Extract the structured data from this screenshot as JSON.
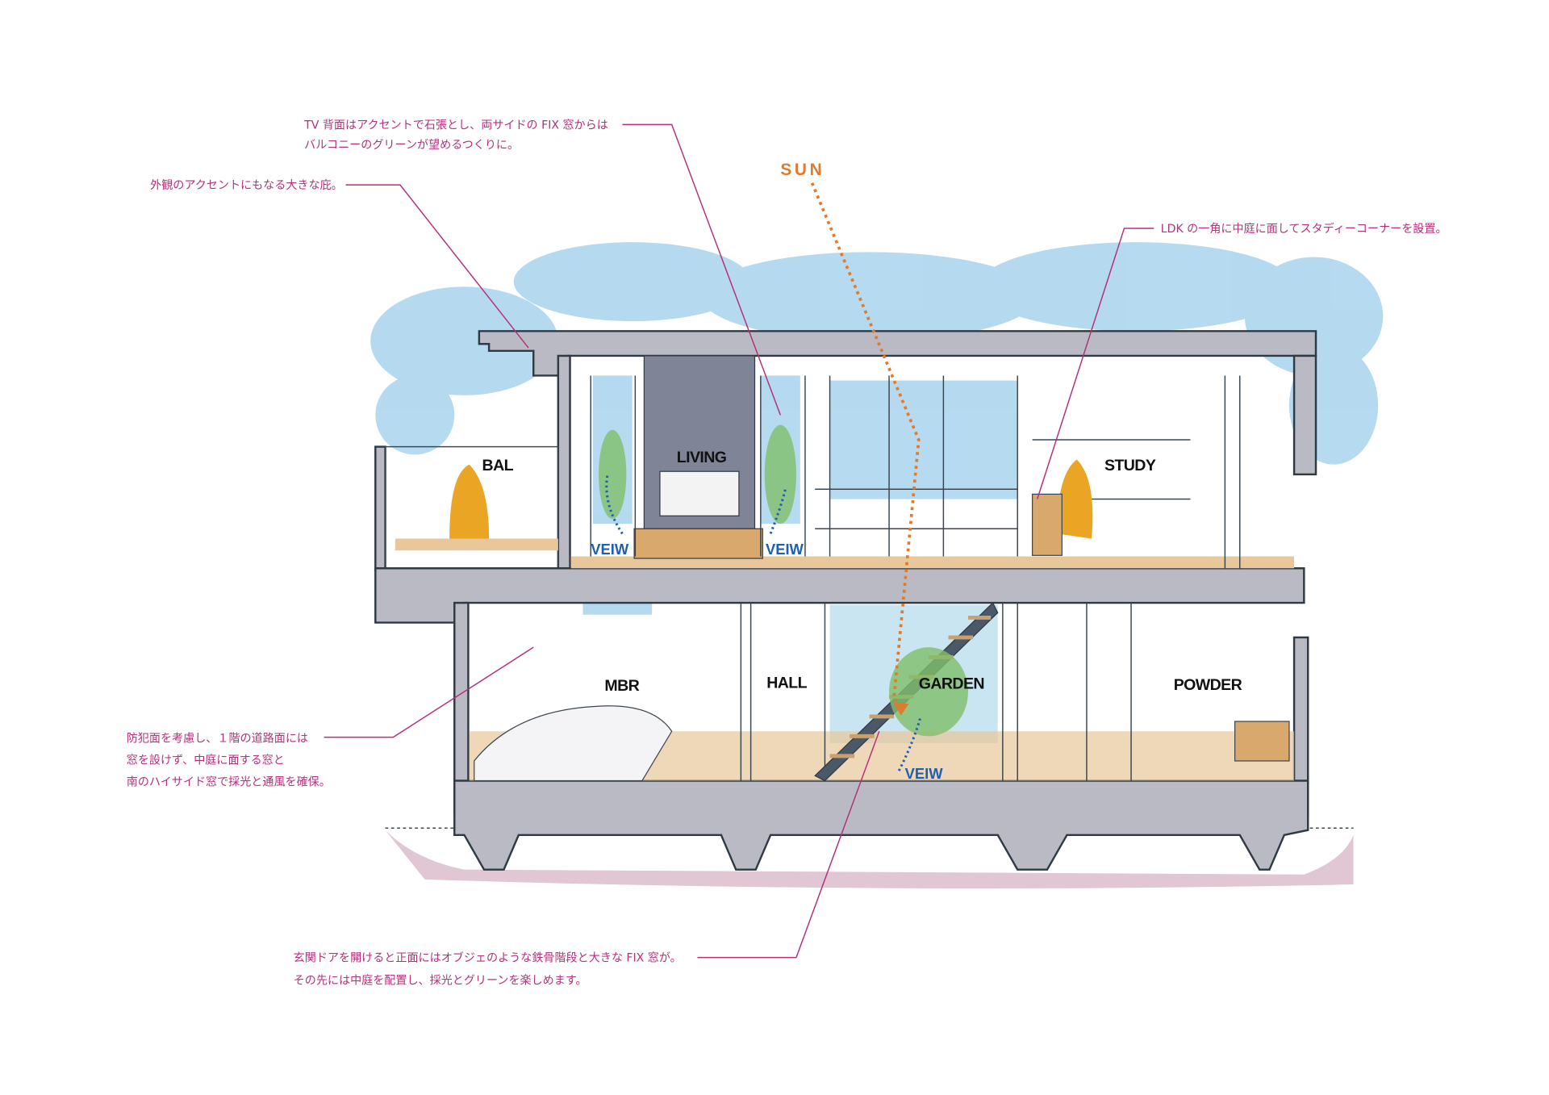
{
  "annotations": {
    "tv_wall": [
      "TV 背面はアクセントで石張とし、両サイドの FIX 窓からは",
      "バルコニーのグリーンが望めるつくりに。"
    ],
    "eaves": "外観のアクセントにもなる大きな庇。",
    "study": "LDK の一角に中庭に面してスタディーコーナーを設置。",
    "security": [
      "防犯面を考慮し、１階の道路面には",
      "窓を設けず、中庭に面する窓と",
      "南のハイサイド窓で採光と通風を確保。"
    ],
    "entrance": [
      "玄関ドアを開けると正面にはオブジェのような鉄骨階段と大きな FIX 窓が。",
      "その先には中庭を配置し、採光とグリーンを楽しめます。"
    ]
  },
  "rooms": {
    "bal": "BAL",
    "living": "LIVING",
    "study": "STUDY",
    "mbr": "MBR",
    "hall": "HALL",
    "garden": "GARDEN",
    "powder": "POWDER"
  },
  "view_labels": [
    "VEIW",
    "VEIW",
    "VEIW"
  ],
  "sun_label": "SUN",
  "colors": {
    "annotation": "#b5307a",
    "view": "#1f5fb0",
    "sun_path": "#e07a2c",
    "sky": "#a9d3ec",
    "wall": "#b9bac4",
    "floor": "#e8c89a",
    "ground": "#d9b8c8",
    "figure": "#e9a523"
  }
}
